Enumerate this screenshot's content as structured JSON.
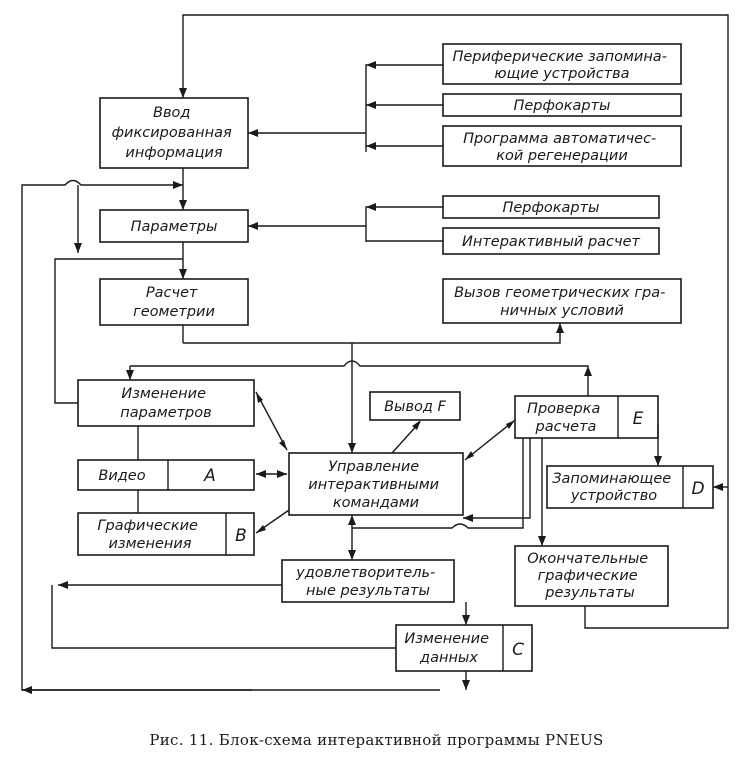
{
  "diagram": {
    "caption": "Рис. 11. Блок-схема интерактивной программы PNEUS",
    "blocks": {
      "vvod": [
        "Ввод",
        "фиксированная",
        "информация"
      ],
      "periph": [
        "Периферические запомина-",
        "ющие устройства"
      ],
      "perfo1": [
        "Перфокарты"
      ],
      "prog_auto": [
        "Программа автоматичес-",
        "кой регенерации"
      ],
      "parametry": [
        "Параметры"
      ],
      "perfo2": [
        "Перфокарты"
      ],
      "inter_calc": [
        "Интерактивный расчет"
      ],
      "raschet": [
        "Расчет",
        "геометрии"
      ],
      "vyzov": [
        "Вызов геометрических гра-",
        "ничных условий"
      ],
      "izm_param": [
        "Изменение",
        "параметров"
      ],
      "vyvod_f": [
        "Вывод F"
      ],
      "proverka": [
        "Проверка",
        "расчета"
      ],
      "proverka_tag": "E",
      "video": [
        "Видео"
      ],
      "video_tag": "A",
      "upravlenie": [
        "Управление",
        "интерактивными",
        "командами"
      ],
      "zapom": [
        "Запоминающее",
        "устройство"
      ],
      "zapom_tag": "D",
      "graf_izm": [
        "Графические",
        "изменения"
      ],
      "graf_izm_tag": "B",
      "udovl": [
        "удовлетворитель-",
        "ные результаты"
      ],
      "okonch": [
        "Окончательные",
        "графические",
        "результаты"
      ],
      "izm_dannyh": [
        "Изменение",
        "данных"
      ],
      "izm_dannyh_tag": "C"
    }
  }
}
